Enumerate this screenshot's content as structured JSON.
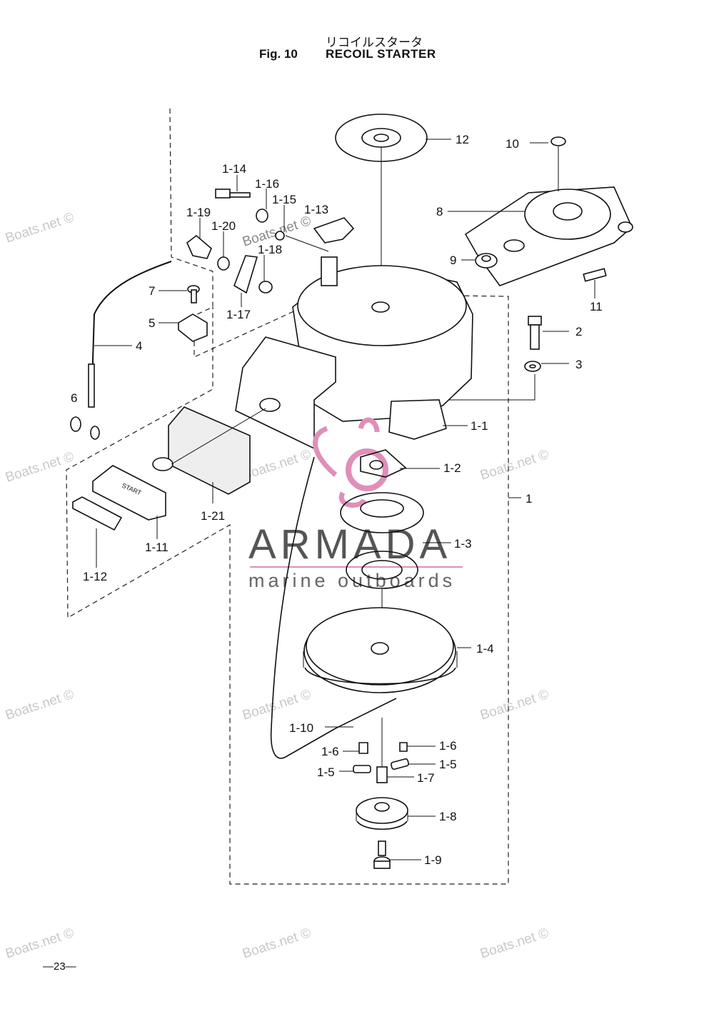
{
  "header": {
    "title_ja": "リコイルスタータ",
    "fig": "Fig. 10",
    "title_en": "RECOIL STARTER"
  },
  "page_number": "—23—",
  "watermark": {
    "site": "Boats.net ©",
    "brand": "ARMADA",
    "brand_sub": "marine outboards",
    "brand_color": "#e08fb8"
  },
  "callouts": {
    "p12": "12",
    "p10": "10",
    "p8": "8",
    "p9": "9",
    "p11": "11",
    "p2": "2",
    "p3": "3",
    "p1": "1",
    "p4": "4",
    "p5": "5",
    "p6": "6",
    "p7": "7",
    "p1_1": "1-1",
    "p1_2": "1-2",
    "p1_3": "1-3",
    "p1_4": "1-4",
    "p1_5a": "1-5",
    "p1_5b": "1-5",
    "p1_6a": "1-6",
    "p1_6b": "1-6",
    "p1_7": "1-7",
    "p1_8": "1-8",
    "p1_9": "1-9",
    "p1_10": "1-10",
    "p1_11": "1-11",
    "p1_12": "1-12",
    "p1_13": "1-13",
    "p1_14": "1-14",
    "p1_15": "1-15",
    "p1_16": "1-16",
    "p1_17": "1-17",
    "p1_18": "1-18",
    "p1_19": "1-19",
    "p1_20": "1-20",
    "p1_21": "1-21"
  },
  "handle_text": "START"
}
